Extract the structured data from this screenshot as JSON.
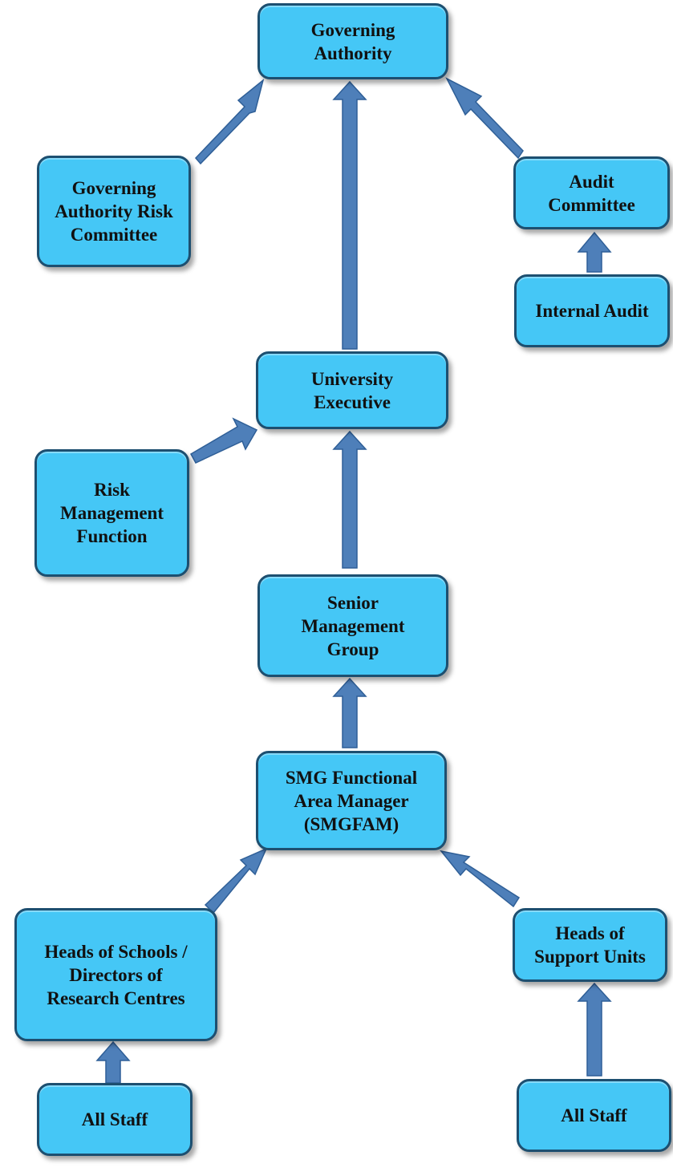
{
  "nodes": {
    "governing_authority": "Governing\nAuthority",
    "ga_risk_committee": "Governing\nAuthority Risk\nCommittee",
    "audit_committee": "Audit\nCommittee",
    "internal_audit": "Internal Audit",
    "university_executive": "University\nExecutive",
    "risk_management_function": "Risk\nManagement\nFunction",
    "senior_management_group": "Senior\nManagement\nGroup",
    "smgfam": "SMG Functional\nArea Manager\n(SMGFAM)",
    "heads_of_schools": "Heads of Schools /\nDirectors of\nResearch Centres",
    "heads_of_support_units": "Heads of\nSupport Units",
    "all_staff_left": "All Staff",
    "all_staff_right": "All Staff"
  },
  "edges": [
    {
      "from": "ga_risk_committee",
      "to": "governing_authority"
    },
    {
      "from": "university_executive",
      "to": "governing_authority"
    },
    {
      "from": "audit_committee",
      "to": "governing_authority"
    },
    {
      "from": "internal_audit",
      "to": "audit_committee"
    },
    {
      "from": "risk_management_function",
      "to": "university_executive"
    },
    {
      "from": "senior_management_group",
      "to": "university_executive"
    },
    {
      "from": "smgfam",
      "to": "senior_management_group"
    },
    {
      "from": "heads_of_schools",
      "to": "smgfam"
    },
    {
      "from": "heads_of_support_units",
      "to": "smgfam"
    },
    {
      "from": "all_staff_left",
      "to": "heads_of_schools"
    },
    {
      "from": "all_staff_right",
      "to": "heads_of_support_units"
    }
  ],
  "colors": {
    "box_fill": "#45c7f6",
    "box_border": "#1d4f70",
    "arrow_fill": "#4e7fb9"
  }
}
